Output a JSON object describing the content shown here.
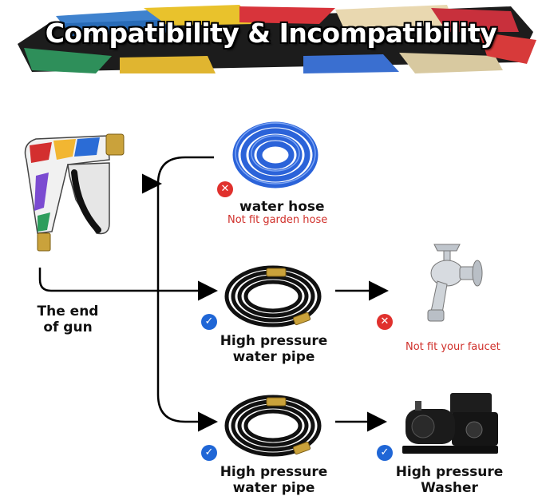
{
  "header": {
    "title": "Compatibility & Incompatibility"
  },
  "source": {
    "label_line1": "The end",
    "label_line2": "of gun"
  },
  "garden_hose": {
    "title": "water hose",
    "note": "Not fit garden hose",
    "status_icon": "x-icon"
  },
  "hp_pipe_top": {
    "label_line1": "High pressure",
    "label_line2": "water pipe",
    "status_icon": "check-icon"
  },
  "faucet": {
    "note": "Not fit your faucet",
    "status_icon": "x-icon"
  },
  "hp_pipe_bottom": {
    "label_line1": "High pressure",
    "label_line2": "water pipe",
    "status_icon": "check-icon"
  },
  "washer": {
    "label_line1": "High pressure",
    "label_line2": "Washer",
    "status_icon": "check-icon"
  },
  "colors": {
    "check": "#1f66d6",
    "cross": "#e0312d",
    "note": "#d0302b",
    "hose_blue": "#2b63d9"
  }
}
